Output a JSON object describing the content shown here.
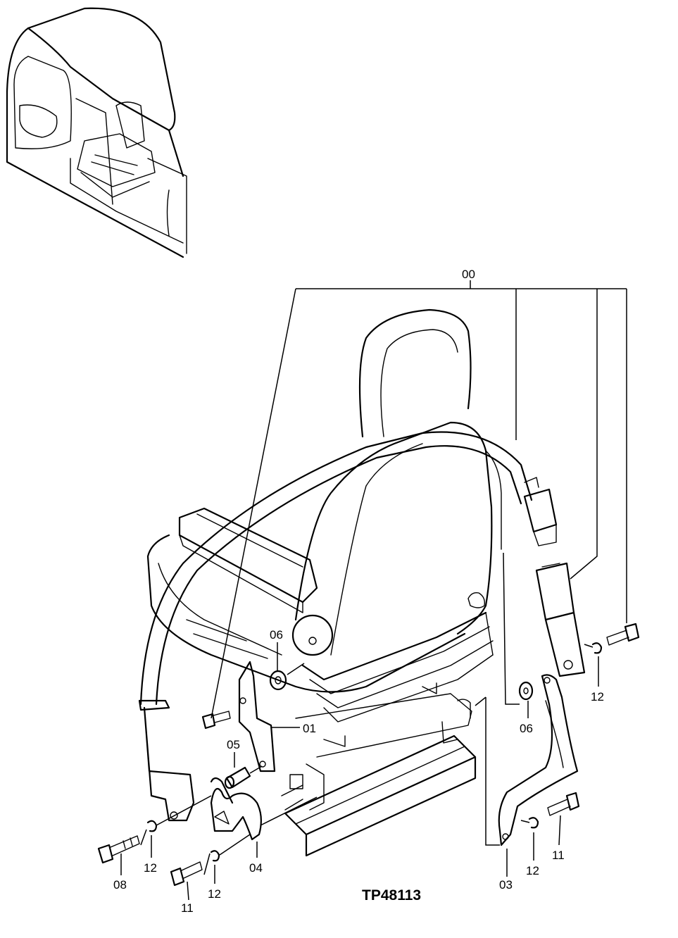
{
  "drawing_id": "TP48113",
  "callouts": {
    "c00": "00",
    "c01": "01",
    "c03": "03",
    "c04": "04",
    "c05": "05",
    "c06a": "06",
    "c06b": "06",
    "c08": "08",
    "c11a": "11",
    "c11b": "11",
    "c12a": "12",
    "c12b": "12",
    "c12c": "12"
  }
}
